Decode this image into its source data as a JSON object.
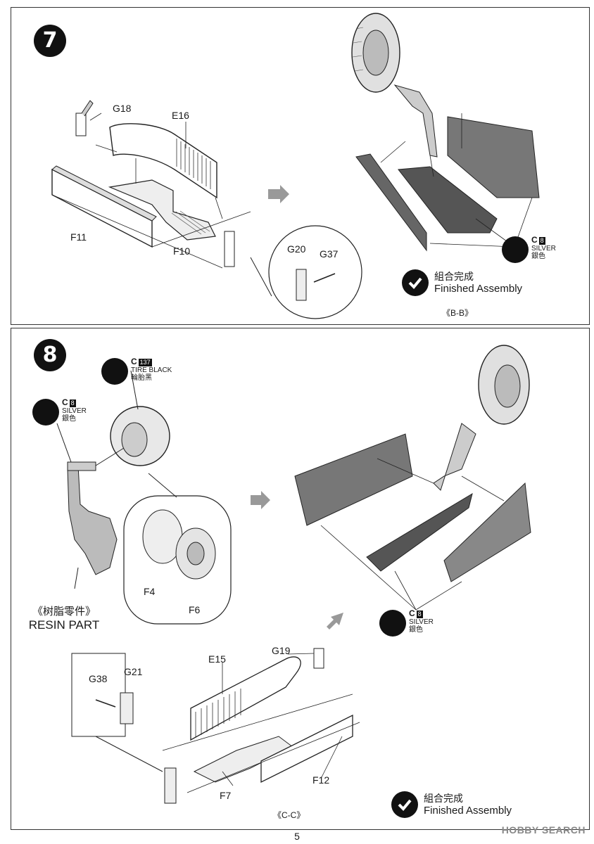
{
  "step7": {
    "number": "7",
    "parts": {
      "g18": "G18",
      "e16": "E16",
      "f11": "F11",
      "f10": "F10",
      "g20": "G20",
      "g37": "G37"
    },
    "paint": {
      "code": "C",
      "num": "8",
      "en": "SILVER",
      "cn": "銀色"
    },
    "finished": {
      "cn": "組合完成",
      "en": "Finished Assembly"
    },
    "view": "《B-B》"
  },
  "step8": {
    "number": "8",
    "paint_tire": {
      "code": "C",
      "num": "137",
      "en": "TIRE BLACK",
      "cn": "輪胎黑"
    },
    "paint_silver_left": {
      "code": "C",
      "num": "8",
      "en": "SILVER",
      "cn": "銀色"
    },
    "paint_silver_right": {
      "code": "C",
      "num": "8",
      "en": "SILVER",
      "cn": "銀色"
    },
    "parts": {
      "f4": "F4",
      "f6": "F6",
      "g38": "G38",
      "g21": "G21",
      "e15": "E15",
      "g19": "G19",
      "f12": "F12",
      "f7": "F7"
    },
    "resin": {
      "cn": "《树脂零件》",
      "en": "RESIN PART"
    },
    "finished": {
      "cn": "組合完成",
      "en": "Finished Assembly"
    },
    "view": "《C-C》"
  },
  "page_number": "5",
  "watermark": "HOBBY SEARCH"
}
